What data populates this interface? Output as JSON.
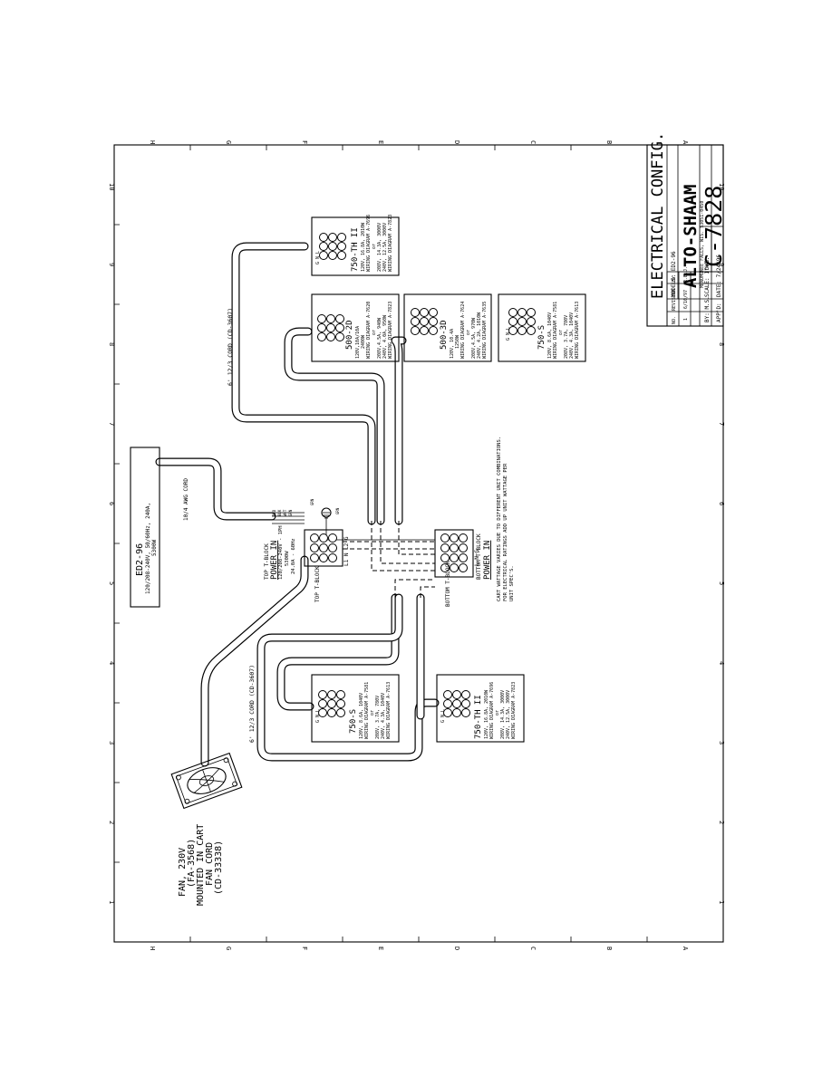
{
  "title_block": {
    "title": "ELECTRICAL CONFIG.",
    "models": "MODELS: ED2-96",
    "brand": "ALTO-SHAAM",
    "address": "MENOMONEE FALLS, WIS. 53051-0450",
    "drawn_by": "BY: M.S.",
    "scale": "SCALE: 1\"=1'",
    "dwg": "DWG:",
    "date": "DATE: 7/24/96",
    "approved": "APP'D:",
    "drawing_number": "C-7828",
    "revision_headers": [
      "NO.",
      "REVISION",
      "BY"
    ],
    "revision_row": [
      "1",
      "6/10/97",
      "R.E.J."
    ]
  },
  "grid": {
    "columns": [
      "10",
      "9",
      "8",
      "7",
      "6",
      "5",
      "4",
      "3",
      "2",
      "1"
    ],
    "rows": [
      "H",
      "G",
      "F",
      "E",
      "D",
      "C",
      "B",
      "A"
    ]
  },
  "cart": {
    "model": "ED2-96",
    "rating": "120/208-240V, 50/60Hz, 240A,",
    "watts": "5300W",
    "power_cord": "10/4 AWG CORD"
  },
  "fan": {
    "lines": [
      "FAN, 230V",
      "(FA-3568)",
      "MOUNTED IN CART",
      "FAN CORD",
      "(CD-33338)"
    ]
  },
  "top_tblock": {
    "title": "TOP T-BLOCK",
    "power_in": "POWER IN",
    "spec1": "120/208-240V - 1PH",
    "spec2": "5300W",
    "spec3": "24.0A - 60Hz",
    "label": "TOP T-BLOCK",
    "term_top": "L1 N L2 G",
    "wires": [
      "RED",
      "BLK",
      "WHT",
      "GRN"
    ]
  },
  "bottom_tblock": {
    "label": "BOTTOM T-BLOCK",
    "title": "BOTTOM T-BLOCK",
    "power_in": "POWER IN",
    "term": "L N G"
  },
  "ground": {
    "a": "GRN",
    "b": "GRN"
  },
  "cords": {
    "upper": "6' 12/3 CORD (CD-3607)",
    "lower": "6' 12/3 CORD (CD-3607)"
  },
  "note": [
    "CART WATTAGE VARIES DUE TO DIFFERENT UNIT COMBINATIONS.",
    "FOR ELECTRICAL RATINGS ADD UP UNIT WATTAGE PER",
    "UNIT SPEC'S."
  ],
  "units": {
    "u750th_top": {
      "terms": "G  N  L",
      "lines": [
        "750-TH II",
        "120V, 16.8A, 2010W",
        "WIRING DIAGRAM A-7696",
        "or",
        "208V, 14.3A, 3000V",
        "240V, 12.5A, 3000V",
        "WIRING DIAGRAM A-7823"
      ]
    },
    "u500_2d": {
      "terms": "G  N  L",
      "lines": [
        "500-2D",
        "120V,10A/10A",
        "2400W",
        "WIRING DIAGRAM A-7620",
        "or",
        "208V,4.5A, 940W",
        "240V, 4.0A, 950W",
        "WIRING DIAGRAM A-7823"
      ]
    },
    "u500_3d": {
      "terms": "G  N  L",
      "lines": [
        "500-3D",
        "120V, 10.4A",
        "1250W",
        "WIRING DIAGRAM A-7624",
        "or",
        "208V,4.5A, 970W",
        "240V, 4.2A, 1010W",
        "WIRING DIAGRAM A-7635"
      ]
    },
    "u750s_right": {
      "terms": "G  N  L",
      "lines": [
        "750-S",
        "120V, 8.6A, 1040V",
        "WIRING DIAGRAM A-7581",
        "or",
        "208V, 3.7A, 780V",
        "240V, 4.3A, 1040V",
        "WIRING DIAGRAM A-7613"
      ]
    },
    "u750s_lower": {
      "terms": "G  N  L",
      "lines": [
        "750-S",
        "120V, 8.6A, 1040V",
        "WIRING DIAGRAM A-7581",
        "or",
        "208V, 3.7A, 780V",
        "240V, 4.3A, 1040V",
        "WIRING DIAGRAM A-7613"
      ]
    },
    "u750th_lower": {
      "terms": "G  N  L",
      "lines": [
        "750-TH II",
        "120V, 16.8A, 2010W",
        "WIRING DIAGRAM A-7696",
        "or",
        "208V, 14.3A, 3000V",
        "240V, 12.5A, 3000V",
        "WIRING DIAGRAM A-7823"
      ]
    }
  }
}
